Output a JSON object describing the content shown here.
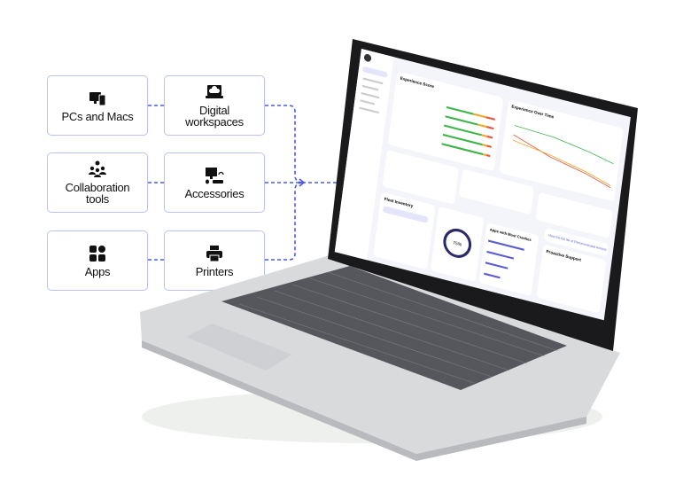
{
  "categories": [
    {
      "label": "PCs and Macs",
      "icon": "devices-icon"
    },
    {
      "label": "Digital workspaces",
      "icon": "cloud-laptop-icon"
    },
    {
      "label": "Collaboration tools",
      "icon": "people-icon"
    },
    {
      "label": "Accessories",
      "icon": "desktop-accessories-icon"
    },
    {
      "label": "Apps",
      "icon": "apps-grid-icon"
    },
    {
      "label": "Printers",
      "icon": "printer-icon"
    }
  ],
  "colors": {
    "connector": "#4a5ae8",
    "box_border": "#b9c2f2",
    "accent": "#5b5bd6",
    "good": "#3bb54a",
    "fair": "#f5a623",
    "poor": "#e5533d"
  },
  "dashboard": {
    "experience_score": "Experience Score",
    "experience_over_time": "Experience Over Time",
    "fleet_inventory": "Fleet Inventory",
    "apps_most_crashes": "Apps with Most Crashes",
    "proactive_support": "Proactive Support",
    "donut_value": "75%",
    "recommended_link": "View the full list of Recommended Actions"
  }
}
